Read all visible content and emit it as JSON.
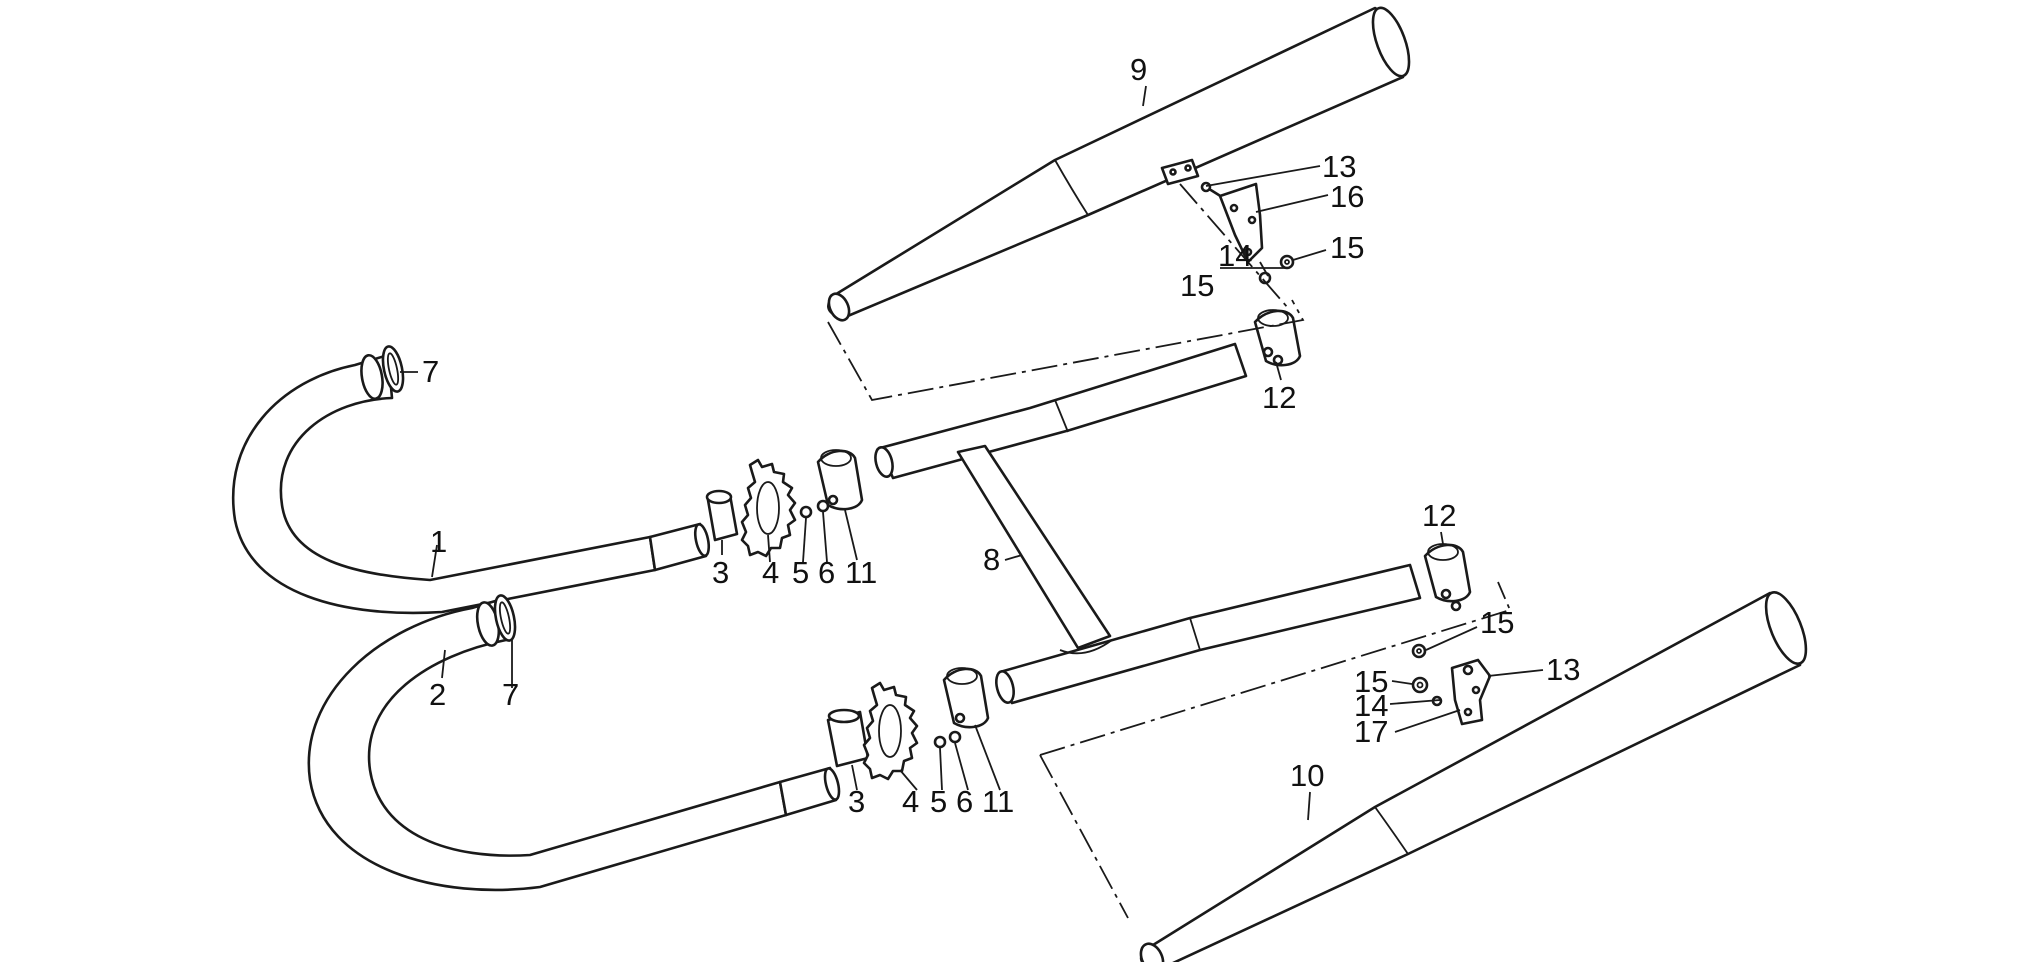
{
  "diagram": {
    "labels": [
      {
        "id": "l7a",
        "text": "7"
      },
      {
        "id": "l1",
        "text": "1"
      },
      {
        "id": "l2",
        "text": "2"
      },
      {
        "id": "l7b",
        "text": "7"
      },
      {
        "id": "l3a",
        "text": "3"
      },
      {
        "id": "l4a",
        "text": "4"
      },
      {
        "id": "l5a",
        "text": "5"
      },
      {
        "id": "l6a",
        "text": "6"
      },
      {
        "id": "l11a",
        "text": "11"
      },
      {
        "id": "l3b",
        "text": "3"
      },
      {
        "id": "l4b",
        "text": "4"
      },
      {
        "id": "l5b",
        "text": "5"
      },
      {
        "id": "l6b",
        "text": "6"
      },
      {
        "id": "l11b",
        "text": "11"
      },
      {
        "id": "l8",
        "text": "8"
      },
      {
        "id": "l9",
        "text": "9"
      },
      {
        "id": "l13a",
        "text": "13"
      },
      {
        "id": "l16",
        "text": "16"
      },
      {
        "id": "l14a",
        "text": "14"
      },
      {
        "id": "l15a",
        "text": "15"
      },
      {
        "id": "l15b",
        "text": "15"
      },
      {
        "id": "l12a",
        "text": "12"
      },
      {
        "id": "l12b",
        "text": "12"
      },
      {
        "id": "l15c",
        "text": "15"
      },
      {
        "id": "l15d",
        "text": "15"
      },
      {
        "id": "l13b",
        "text": "13"
      },
      {
        "id": "l14b",
        "text": "14"
      },
      {
        "id": "l17",
        "text": "17"
      },
      {
        "id": "l10",
        "text": "10"
      }
    ]
  }
}
